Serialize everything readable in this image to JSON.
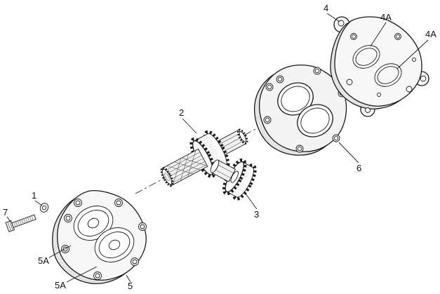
{
  "diagram": {
    "type": "exploded-parts-diagram",
    "colors": {
      "background": "#ffffff",
      "line": "#1a1a1a"
    },
    "labels": [
      {
        "id": "4",
        "text": "4"
      },
      {
        "id": "4A-top",
        "text": "4A"
      },
      {
        "id": "4A-right",
        "text": "4A"
      },
      {
        "id": "2",
        "text": "2"
      },
      {
        "id": "6",
        "text": "6"
      },
      {
        "id": "3",
        "text": "3"
      },
      {
        "id": "1",
        "text": "1"
      },
      {
        "id": "7",
        "text": "7"
      },
      {
        "id": "5A-upper",
        "text": "5A"
      },
      {
        "id": "5A-lower",
        "text": "5A"
      },
      {
        "id": "5",
        "text": "5"
      }
    ]
  }
}
